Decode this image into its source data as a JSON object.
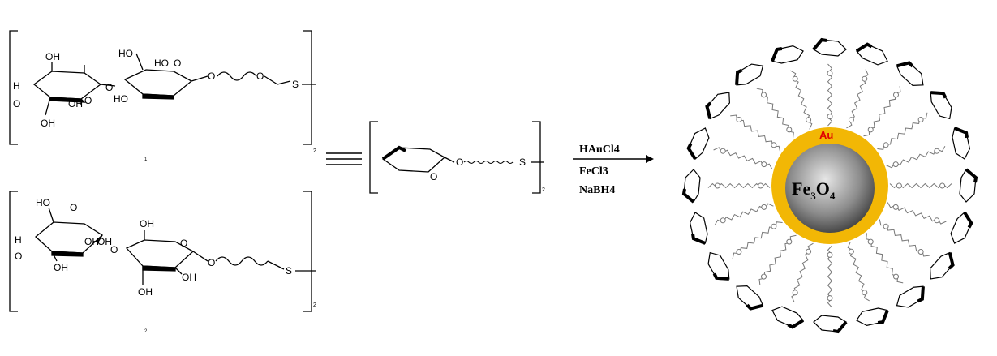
{
  "molecule1": {
    "labels": [
      "OH",
      "HO",
      "HO",
      "O",
      "H",
      "O",
      "O",
      "OH",
      "O",
      "HO",
      "OH",
      "O",
      "O",
      "S"
    ],
    "number": "1",
    "subscript": "2"
  },
  "molecule2": {
    "labels": [
      "HO",
      "H",
      "O",
      "OH",
      "OH",
      "O",
      "OH",
      "O",
      "OH",
      "O",
      "OH",
      "O",
      "S"
    ],
    "number": "2",
    "subscript": "2"
  },
  "equivalent": {
    "ring_o": "O",
    "link_o": "O",
    "s": "S",
    "subscript": "2"
  },
  "reaction": {
    "reagents": [
      "HAuCl4",
      "FeCl3",
      "NaBH4"
    ]
  },
  "nanoparticle": {
    "shell_label": "Au",
    "core_label": "Fe3O4",
    "core_text": "Fe",
    "core_sub1": "3",
    "core_mid": "O",
    "core_sub2": "4",
    "ligand_count": 20,
    "colors": {
      "shell": "#f2b705",
      "shell_label": "#e00000",
      "core_dark": "#5a5a5a",
      "core_light": "#d0d0d0"
    }
  }
}
